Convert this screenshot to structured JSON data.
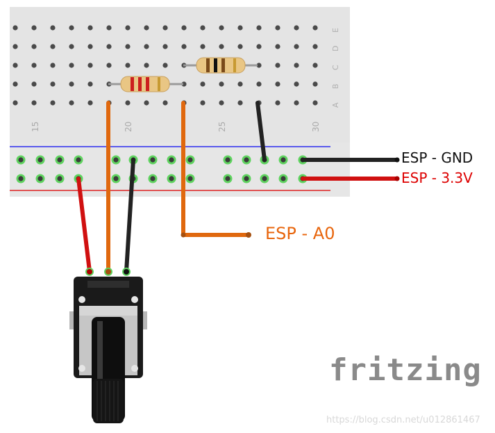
{
  "diagram": {
    "connections": [
      {
        "label": "ESP - GND",
        "wire": "black",
        "color": "#111111"
      },
      {
        "label": "ESP - 3.3V",
        "wire": "red",
        "color": "#dd0000"
      },
      {
        "label": "ESP - A0",
        "wire": "orange",
        "color": "#e8650c"
      }
    ],
    "breadboard": {
      "column_numbers": [
        "15",
        "20",
        "25",
        "30"
      ],
      "row_letters": [
        "E",
        "D",
        "C",
        "B",
        "A"
      ]
    },
    "components": [
      {
        "type": "resistor",
        "bands": [
          "red",
          "red",
          "red",
          "gold"
        ]
      },
      {
        "type": "resistor",
        "bands": [
          "brown",
          "black",
          "brown",
          "gold"
        ]
      },
      {
        "type": "potentiometer"
      }
    ],
    "logo": "fritzing",
    "watermark": "https://blog.csdn.net/u012861467",
    "colors": {
      "wire_orange": "#e0680e",
      "wire_red": "#d01010",
      "wire_black": "#222222",
      "highlight_green": "#5fd35f",
      "logo_gray": "#8a8a8a"
    }
  }
}
